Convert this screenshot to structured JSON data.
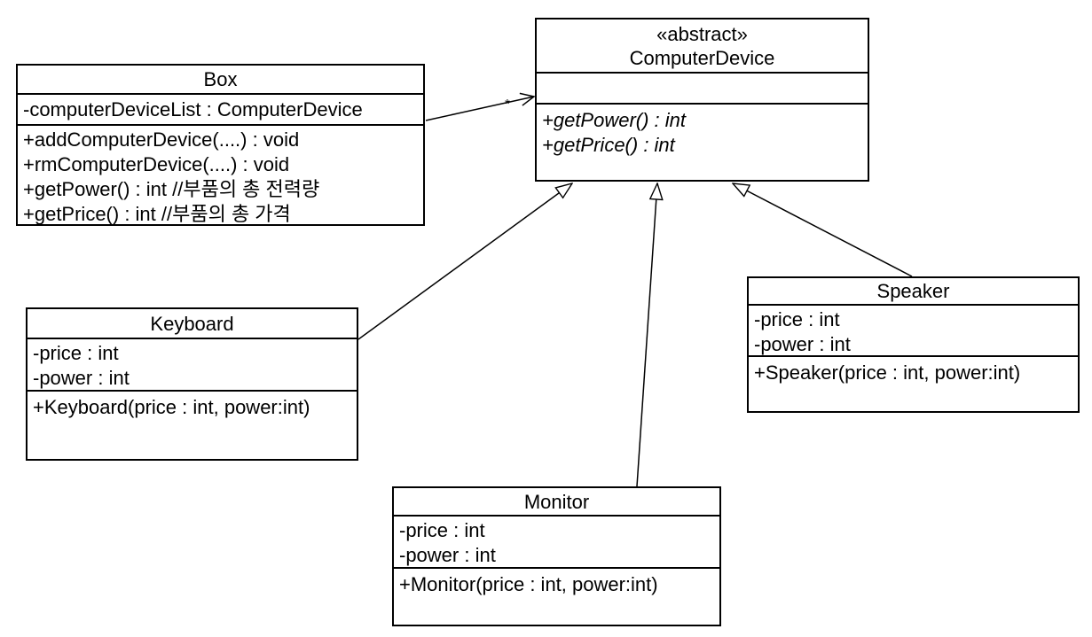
{
  "diagram": {
    "type": "uml-class-diagram",
    "background": "#ffffff",
    "line_color": "#000000",
    "text_color": "#000000",
    "box_fill": "#ffffff",
    "classes": [
      {
        "id": "box",
        "stereotype": "",
        "name": "Box",
        "attributes": [
          "-computerDeviceList : ComputerDevice"
        ],
        "methods": [
          "+addComputerDevice(....) : void",
          "+rmComputerDevice(....) : void",
          "+getPower() : int //부품의 총 전력량",
          "+getPrice() : int //부품의 총 가격"
        ]
      },
      {
        "id": "computerdevice",
        "stereotype": "«abstract»",
        "name": "ComputerDevice",
        "attributes": [],
        "methods": [
          "+getPower() : int",
          "+getPrice() : int"
        ],
        "methods_style": "italic (abstract operations)"
      },
      {
        "id": "keyboard",
        "stereotype": "",
        "name": "Keyboard",
        "attributes": [
          "-price : int",
          "-power : int"
        ],
        "methods": [
          "+Keyboard(price : int, power:int)"
        ]
      },
      {
        "id": "monitor",
        "stereotype": "",
        "name": "Monitor",
        "attributes": [
          "-price : int",
          "-power : int"
        ],
        "methods": [
          "+Monitor(price : int, power:int)"
        ]
      },
      {
        "id": "speaker",
        "stereotype": "",
        "name": "Speaker",
        "attributes": [
          "-price : int",
          "-power : int"
        ],
        "methods": [
          "+Speaker(price : int, power:int)"
        ]
      }
    ],
    "relationships": [
      {
        "type": "association",
        "from": "Box",
        "to": "ComputerDevice",
        "multiplicity": "*",
        "arrowhead": "open"
      },
      {
        "type": "generalization",
        "from": "Keyboard",
        "to": "ComputerDevice",
        "arrowhead": "hollow-triangle"
      },
      {
        "type": "generalization",
        "from": "Monitor",
        "to": "ComputerDevice",
        "arrowhead": "hollow-triangle"
      },
      {
        "type": "generalization",
        "from": "Speaker",
        "to": "ComputerDevice",
        "arrowhead": "hollow-triangle"
      }
    ]
  }
}
